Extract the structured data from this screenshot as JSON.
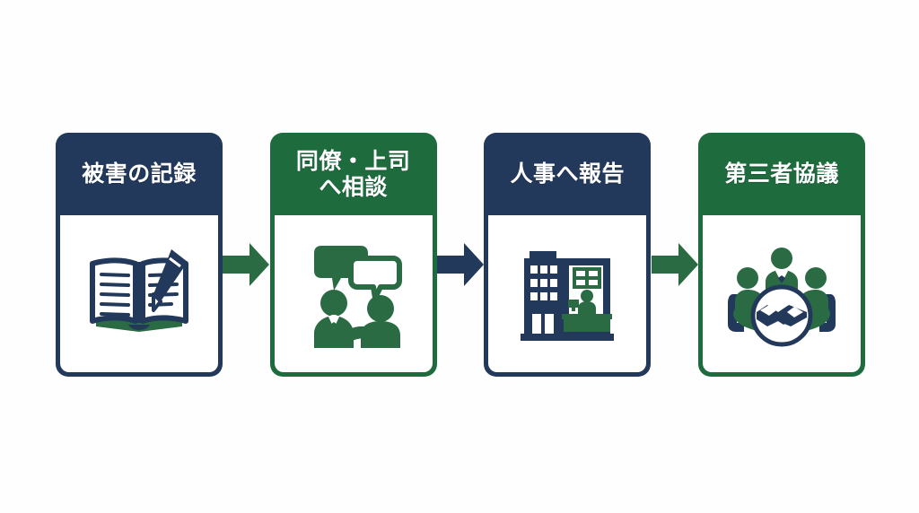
{
  "diagram": {
    "type": "process-flow",
    "background_color": "#fefefe",
    "colors": {
      "navy": "#23395b",
      "green": "#1e6b3e",
      "card_body": "#ffffff",
      "title_text": "#ffffff"
    },
    "steps": [
      {
        "index": 1,
        "title": "被害の記録",
        "theme": "navy",
        "header_color": "#23395b",
        "icon": "open-book-with-pen-icon"
      },
      {
        "index": 2,
        "title": "同僚・上司\nへ相談",
        "theme": "green",
        "header_color": "#1e6b3e",
        "icon": "two-people-talking-icon"
      },
      {
        "index": 3,
        "title": "人事へ報告",
        "theme": "navy",
        "header_color": "#23395b",
        "icon": "office-building-reception-icon"
      },
      {
        "index": 4,
        "title": "第三者協議",
        "theme": "green",
        "header_color": "#1e6b3e",
        "icon": "meeting-handshake-icon"
      }
    ],
    "arrows": [
      {
        "index": 1,
        "direction": "right",
        "color": "#2a6b43"
      },
      {
        "index": 2,
        "direction": "right",
        "color": "#23395b"
      },
      {
        "index": 3,
        "direction": "right",
        "color": "#2a6b43"
      }
    ]
  }
}
